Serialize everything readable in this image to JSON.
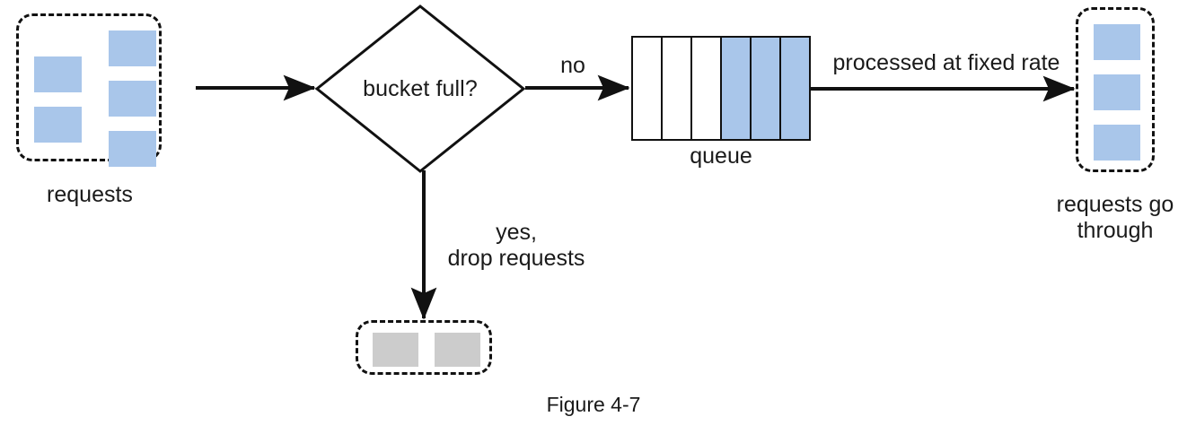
{
  "figure": {
    "caption": "Figure 4-7",
    "background_color": "#ffffff",
    "stroke_color": "#111111",
    "accent_blue": "#a9c6ea",
    "accent_gray": "#cccccc"
  },
  "nodes": {
    "requests_in": {
      "label": "requests",
      "tile_count": 5,
      "tile_color": "#a9c6ea"
    },
    "decision": {
      "label": "bucket full?",
      "shape": "diamond"
    },
    "queue": {
      "label": "queue",
      "cells": [
        {
          "filled": false
        },
        {
          "filled": false
        },
        {
          "filled": false
        },
        {
          "filled": true
        },
        {
          "filled": true
        },
        {
          "filled": true
        }
      ],
      "filled_count": 3,
      "empty_count": 3,
      "total_count": 6
    },
    "dropped": {
      "label": "",
      "tile_count": 2,
      "tile_color": "#cccccc"
    },
    "requests_out": {
      "label": "requests go\nthrough",
      "label_line1": "requests go",
      "label_line2": "through",
      "tile_count": 3,
      "tile_color": "#a9c6ea"
    }
  },
  "edges": {
    "in_to_decision": {
      "label": ""
    },
    "decision_to_queue": {
      "label": "no"
    },
    "decision_to_dropped": {
      "label": "yes,\ndrop requests",
      "label_line1": "yes,",
      "label_line2": "drop requests"
    },
    "queue_to_out": {
      "label": "processed at fixed rate"
    }
  }
}
